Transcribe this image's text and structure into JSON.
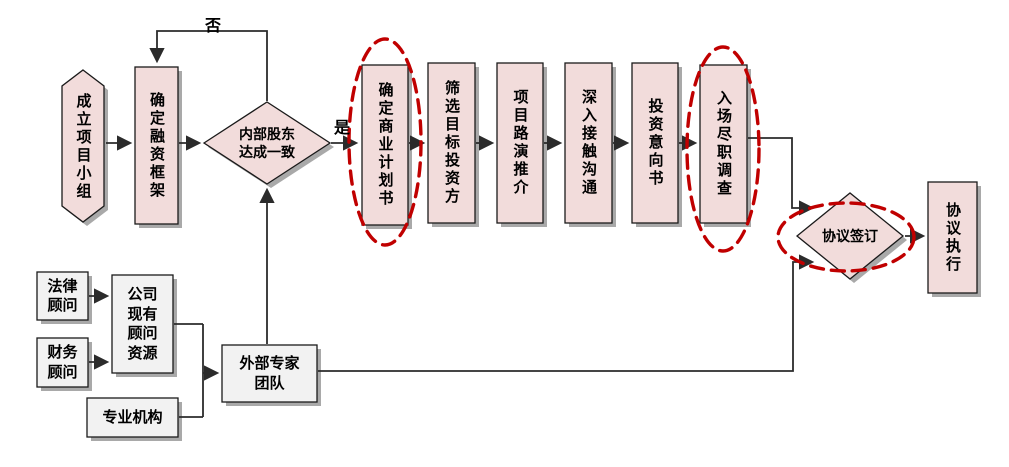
{
  "diagram": {
    "flow_labels": {
      "no": "否",
      "yes": "是"
    },
    "main_flow": {
      "project_team": "成立项目小组",
      "financing_framework": "确定融资框架",
      "internal_consensus": "内部股东达成一致",
      "business_plan": "确定商业计划书",
      "screen_investors": "筛选目标投资方",
      "roadshow": "项目路演推介",
      "deep_contact": "深入接触沟通",
      "loi": "投资意向书",
      "due_diligence": "入场尽职调查",
      "agreement_signing": "协议签订",
      "agreement_execution": "协议执行"
    },
    "support_flow": {
      "legal_advisor": "法律顾问",
      "financial_advisor": "财务顾问",
      "existing_advisors": "公司现有顾问资源",
      "professional_org": "专业机构",
      "external_experts": "外部专家团队"
    },
    "colors": {
      "main_node_fill": "#f2dcdb",
      "support_node_fill": "#f2f2f2",
      "highlight_stroke": "#c00000",
      "connector": "#2b2b2b",
      "node_border": "#1a1a1a"
    }
  }
}
